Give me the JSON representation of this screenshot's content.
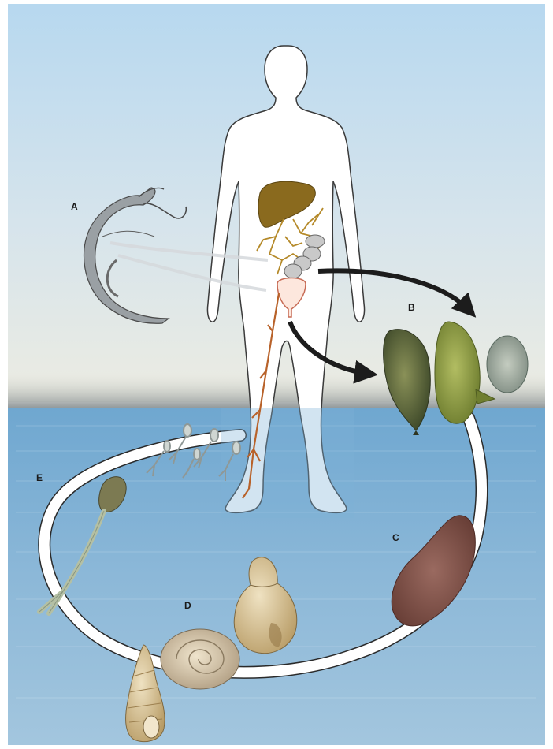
{
  "labels": {
    "a": "A",
    "b": "B",
    "c": "C",
    "d": "D",
    "e": "E"
  },
  "colors": {
    "sky_top": "#b9d9ef",
    "sky_bottom": "#ecece4",
    "water_top": "#6ea6cf",
    "water_bottom": "#9cc2dc",
    "liver": "#8a6a1e",
    "vessels": "#b58a2a",
    "vein": "#b8622a",
    "bladder": "#fde7dd",
    "arrow": "#1c1c1c",
    "egg_dark": "#5e6a3a",
    "egg_green": "#93a04a",
    "egg_grey": "#9aa69a",
    "sporocyst": "#7e5248",
    "snail_shell": "#cdb58a"
  },
  "icons": {
    "adult_worm": "schistosome-pair-icon",
    "human": "human-silhouette-icon",
    "snails": "snail-shell-icon",
    "cercaria": "cercaria-icon",
    "eggs": "egg-icon"
  }
}
